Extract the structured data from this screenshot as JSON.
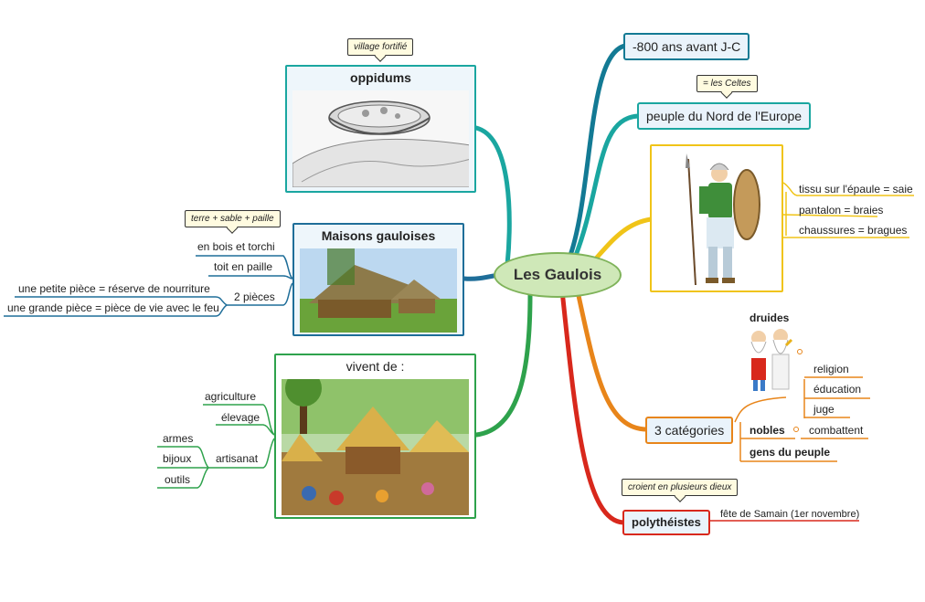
{
  "central": {
    "label": "Les Gaulois"
  },
  "left": {
    "oppidums": {
      "title": "oppidums",
      "note": "village fortifié",
      "image": "fortified-village-drawing"
    },
    "maisons": {
      "title": "Maisons gauloises",
      "note": "terre + sable + paille",
      "image": "thatched-houses-photo",
      "items": [
        "en bois et torchi",
        "toit en paille",
        "2 pièces"
      ],
      "sub_items": [
        "une petite pièce = réserve de nourriture",
        "une grande pièce = pièce de vie avec le feu"
      ]
    },
    "vivent": {
      "title": "vivent de :",
      "image": "gaulish-village-illustration",
      "items": [
        "agriculture",
        "élevage",
        "artisanat"
      ],
      "sub_items": [
        "armes",
        "bijoux",
        "outils"
      ]
    }
  },
  "right": {
    "date": {
      "label": "-800 ans avant J-C"
    },
    "peuple": {
      "label": "peuple du Nord de l'Europe",
      "note": "= les Celtes"
    },
    "vetements": {
      "image": "gaulish-warrior-drawing",
      "items": [
        "tissu sur l'épaule = saie",
        "pantalon = braies",
        "chaussures = bragues"
      ]
    },
    "categories": {
      "label": "3 catégories",
      "druides": {
        "title": "druides",
        "image": "druids-cartoon",
        "items": [
          "religion",
          "éducation",
          "juge"
        ]
      },
      "nobles": {
        "title": "nobles",
        "item": "combattent"
      },
      "peuple": {
        "title": "gens du peuple"
      }
    },
    "polytheistes": {
      "label": "polythéistes",
      "note": "croient en plusieurs dieux",
      "item": "fête de Samain (1er novembre)"
    }
  },
  "colors": {
    "teal": "#1aa6a0",
    "dark_teal": "#137a94",
    "yellow": "#f0c418",
    "orange": "#e8851a",
    "red": "#d8281c",
    "green": "#2ea24c",
    "blue": "#1f6e99",
    "central_fill": "#cfe8b8",
    "central_border": "#7fb35a"
  }
}
